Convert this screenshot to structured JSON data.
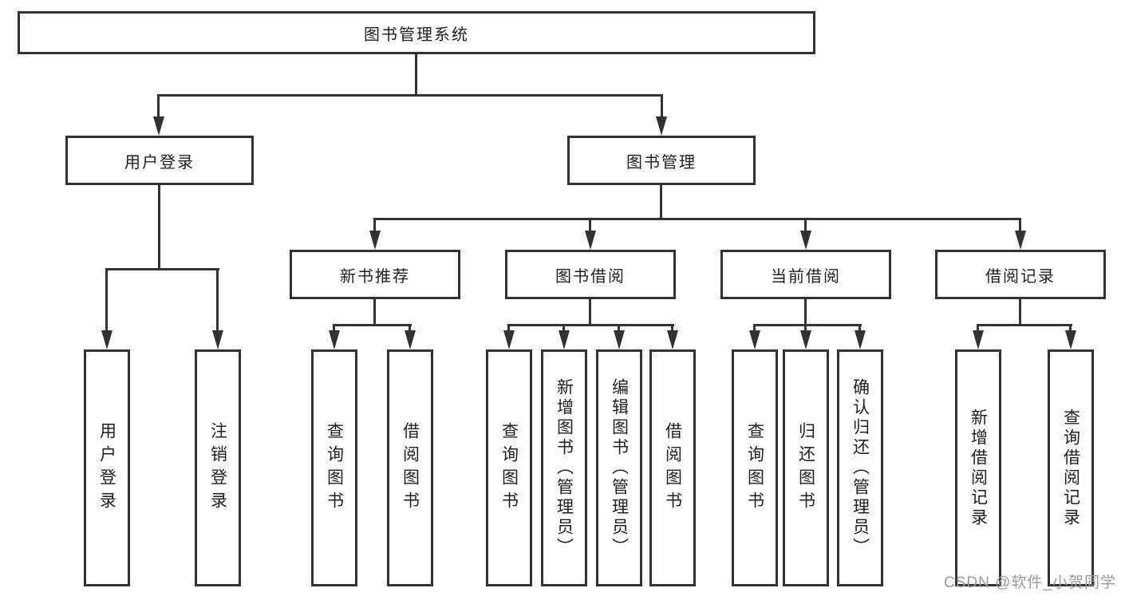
{
  "colors": {
    "line": "#333333",
    "text": "#1f1f1f",
    "background": "#ffffff",
    "watermark": "#9b9b9b"
  },
  "tree": {
    "root": {
      "label": "图书管理系统"
    },
    "branches": [
      {
        "label": "用户登录",
        "children": [
          {
            "label": "用户登录"
          },
          {
            "label": "注销登录"
          }
        ]
      },
      {
        "label": "图书管理",
        "children": [
          {
            "label": "新书推荐",
            "children": [
              {
                "label": "查询图书"
              },
              {
                "label": "借阅图书"
              }
            ]
          },
          {
            "label": "图书借阅",
            "children": [
              {
                "label": "查询图书"
              },
              {
                "label": "新增图书（管理员）"
              },
              {
                "label": "编辑图书（管理员）"
              },
              {
                "label": "借阅图书"
              }
            ]
          },
          {
            "label": "当前借阅",
            "children": [
              {
                "label": "查询图书"
              },
              {
                "label": "归还图书"
              },
              {
                "label": "确认归还（管理员）"
              }
            ]
          },
          {
            "label": "借阅记录",
            "children": [
              {
                "label": "新增借阅记录"
              },
              {
                "label": "查询借阅记录"
              }
            ]
          }
        ]
      }
    ]
  },
  "watermark": {
    "text": "CSDN @软件_小贺同学"
  }
}
